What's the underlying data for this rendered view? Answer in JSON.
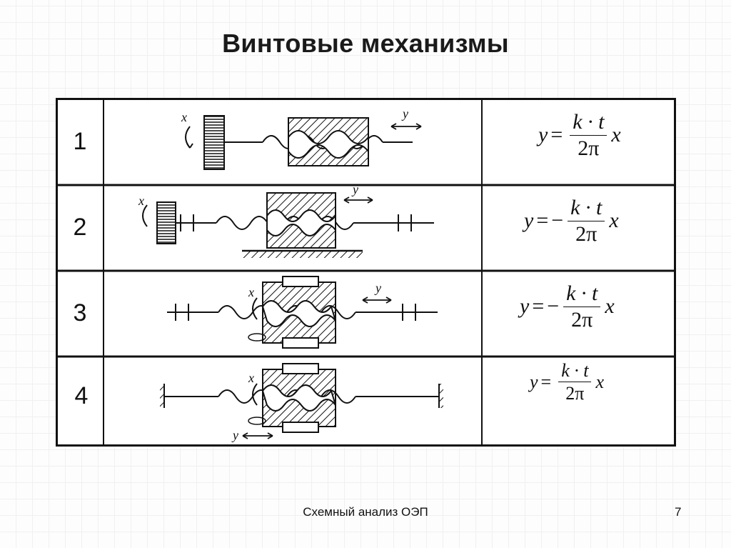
{
  "slide": {
    "title": "Винтовые механизмы",
    "footer": "Схемный анализ ОЭП",
    "page_number": "7"
  },
  "table": {
    "rows": [
      {
        "number": "1",
        "formula": {
          "lhs": "y",
          "eq": "=",
          "sign": "",
          "numerator": "k · t",
          "denominator": "2",
          "pi": "π",
          "var": "x"
        },
        "labels": {
          "rot": "x",
          "lin": "y"
        }
      },
      {
        "number": "2",
        "formula": {
          "lhs": "y",
          "eq": "=",
          "sign": "−",
          "numerator": "k · t",
          "denominator": "2",
          "pi": "π",
          "var": "x"
        },
        "labels": {
          "rot": "x",
          "lin": "y"
        }
      },
      {
        "number": "3",
        "formula": {
          "lhs": "y",
          "eq": "=",
          "sign": "−",
          "numerator": "k · t",
          "denominator": "2",
          "pi": "π",
          "var": "x"
        },
        "labels": {
          "rot": "x",
          "lin": "y"
        }
      },
      {
        "number": "4",
        "formula": {
          "lhs": "y",
          "eq": "=",
          "sign": "",
          "numerator": "k · t",
          "denominator": "2",
          "pi": "π",
          "var": "x"
        },
        "labels": {
          "rot": "x",
          "lin": "y"
        }
      }
    ]
  }
}
